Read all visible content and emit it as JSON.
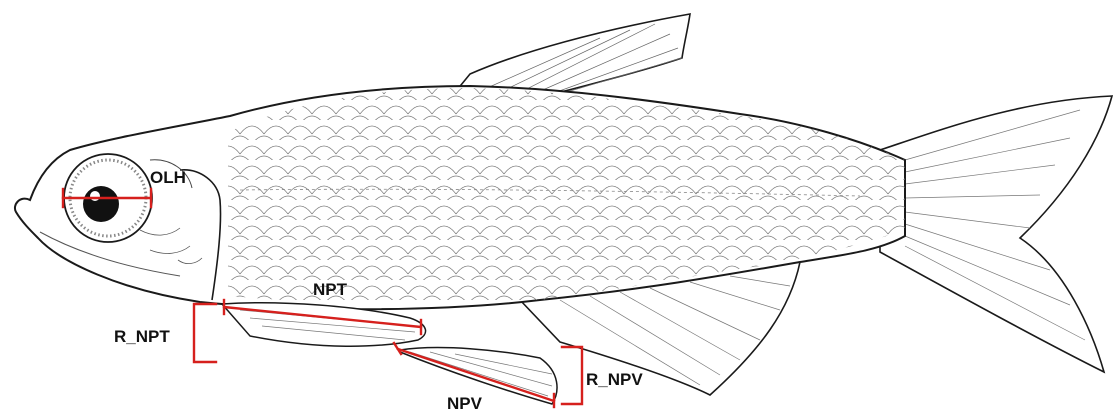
{
  "figure": {
    "labels": {
      "olh": "OLH",
      "npt": "NPT",
      "r_npt": "R_NPT",
      "npv": "NPV",
      "r_npv": "R_NPV"
    },
    "colors": {
      "measurement": "#d6201d",
      "outline": "#1a1a1a",
      "detail": "#555555",
      "background": "#ffffff"
    }
  }
}
